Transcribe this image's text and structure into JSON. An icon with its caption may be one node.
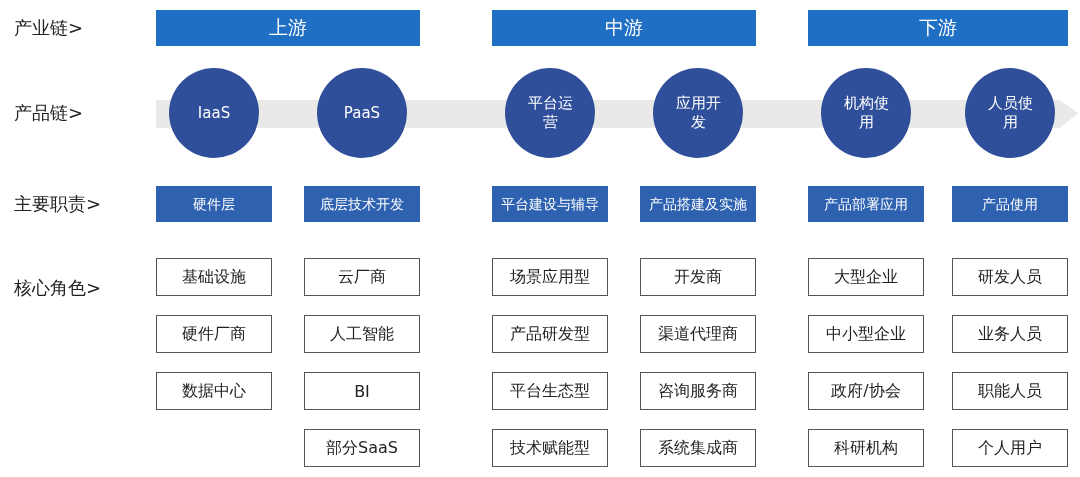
{
  "diagram": {
    "nodes": [
      {
        "text": [
          "上游"
        ]
      },
      {
        "text": [
          "中游"
        ]
      },
      {
        "text": [
          "下游"
        ]
      },
      {
        "text": [
          "IaaS"
        ]
      },
      {
        "text": [
          "PaaS"
        ]
      },
      {
        "text": [
          "平台运营"
        ]
      },
      {
        "text": [
          "应用开发"
        ]
      },
      {
        "text": [
          "机构使用"
        ]
      },
      {
        "text": [
          "人员使用"
        ]
      },
      {
        "text": [
          "硬件层"
        ]
      },
      {
        "text": [
          "底层技术开发"
        ]
      },
      {
        "text": [
          "平台建设与辅导"
        ]
      },
      {
        "text": [
          "产品搭建及实施"
        ]
      },
      {
        "text": [
          "产品部署应用"
        ]
      },
      {
        "text": [
          "产品使用"
        ]
      },
      {
        "text": [
          "基础设施"
        ]
      },
      {
        "text": [
          "云厂商"
        ]
      },
      {
        "text": [
          "场景应用型"
        ]
      },
      {
        "text": [
          "开发商"
        ]
      },
      {
        "text": [
          "大型企业"
        ]
      },
      {
        "text": [
          "研发人员"
        ]
      },
      {
        "text": [
          "硬件厂商"
        ]
      },
      {
        "text": [
          "人工智能"
        ]
      },
      {
        "text": [
          "产品研发型"
        ]
      },
      {
        "text": [
          "渠道代理商"
        ]
      },
      {
        "text": [
          "中小型企业"
        ]
      },
      {
        "text": [
          "业务人员"
        ]
      },
      {
        "text": [
          "数据中心"
        ]
      },
      {
        "text": [
          "BI"
        ]
      },
      {
        "text": [
          "平台生态型"
        ]
      },
      {
        "text": [
          "咨询服务商"
        ]
      },
      {
        "text": [
          "政府/协会"
        ]
      },
      {
        "text": [
          "职能人员"
        ]
      },
      {
        "text": [
          "部分SaaS"
        ]
      },
      {
        "text": [
          "技术赋能型"
        ]
      },
      {
        "text": [
          "系统集成商"
        ]
      },
      {
        "text": [
          "科研机构"
        ]
      },
      {
        "text": [
          "个人用户"
        ]
      }
    ],
    "edges": [],
    "labels": [
      "产业链>",
      "产品链>",
      "主要职责>",
      "核心角色>"
    ]
  }
}
